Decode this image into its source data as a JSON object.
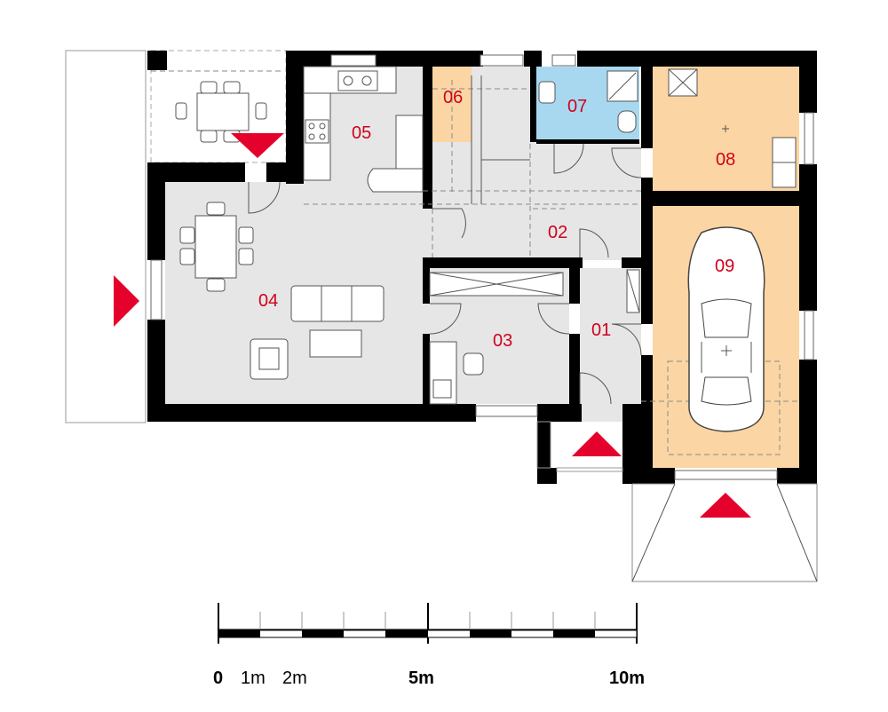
{
  "rooms": [
    {
      "id": "01",
      "label": "01"
    },
    {
      "id": "02",
      "label": "02"
    },
    {
      "id": "03",
      "label": "03"
    },
    {
      "id": "04",
      "label": "04"
    },
    {
      "id": "05",
      "label": "05"
    },
    {
      "id": "06",
      "label": "06"
    },
    {
      "id": "07",
      "label": "07"
    },
    {
      "id": "08",
      "label": "08"
    },
    {
      "id": "09",
      "label": "09"
    }
  ],
  "scale": {
    "labels": [
      "0",
      "1m",
      "2m",
      "5m",
      "10m"
    ]
  },
  "colors": {
    "floor_gray": "#e6e6e6",
    "orange": "#fcd5a4",
    "blue": "#a8d8f0",
    "wall": "#000000",
    "arrow": "#e4022d",
    "label": "#d0021b"
  }
}
